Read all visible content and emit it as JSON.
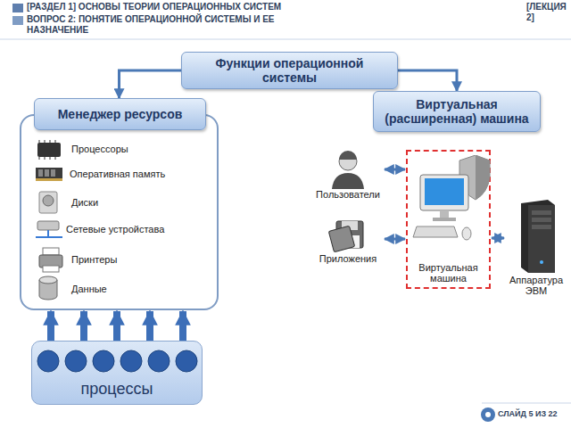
{
  "diagram": {
    "nodes": [
      {
        "text": [
          "Функции операционной системы"
        ]
      },
      {
        "text": [
          "Менеджер ресурсов"
        ]
      },
      {
        "text": [
          "Виртуальная (расширенная) машина"
        ]
      },
      {
        "text": [
          "Виртуальная машина"
        ]
      },
      {
        "text": [
          "Пользователи"
        ]
      },
      {
        "text": [
          "Приложения"
        ]
      },
      {
        "text": [
          "Аппаратура ЭВМ"
        ]
      },
      {
        "text": [
          "процессы"
        ]
      }
    ],
    "edges": [
      {
        "from": 0,
        "to": 1,
        "arrow": "to"
      },
      {
        "from": 0,
        "to": 2,
        "arrow": "to"
      },
      {
        "from": 3,
        "to": 4,
        "arrow": "both"
      },
      {
        "from": 3,
        "to": 5,
        "arrow": "both"
      },
      {
        "from": 3,
        "to": 6,
        "arrow": "both"
      },
      {
        "from": 7,
        "to": 1,
        "arrow": "to"
      },
      {
        "from": 7,
        "to": 1,
        "arrow": "to"
      },
      {
        "from": 7,
        "to": 1,
        "arrow": "to"
      },
      {
        "from": 7,
        "to": 1,
        "arrow": "to"
      },
      {
        "from": 7,
        "to": 1,
        "arrow": "to"
      }
    ],
    "labels": [
      "[РАЗДЕЛ 1] ОСНОВЫ ТЕОРИИ ОПЕРАЦИОННЫХ СИСТЕМ",
      "ВОПРОС 2: ПОНЯТИЕ ОПЕРАЦИОННОЙ СИСТЕМЫ И ЕЕ НАЗНАЧЕНИЕ",
      "[ЛЕКЦИЯ 2]",
      "Процессоры",
      "Оперативная память",
      "Диски",
      "Сетевые устройстава",
      "Принтеры",
      "Данные",
      "СЛАЙД 5 ИЗ 22"
    ]
  }
}
